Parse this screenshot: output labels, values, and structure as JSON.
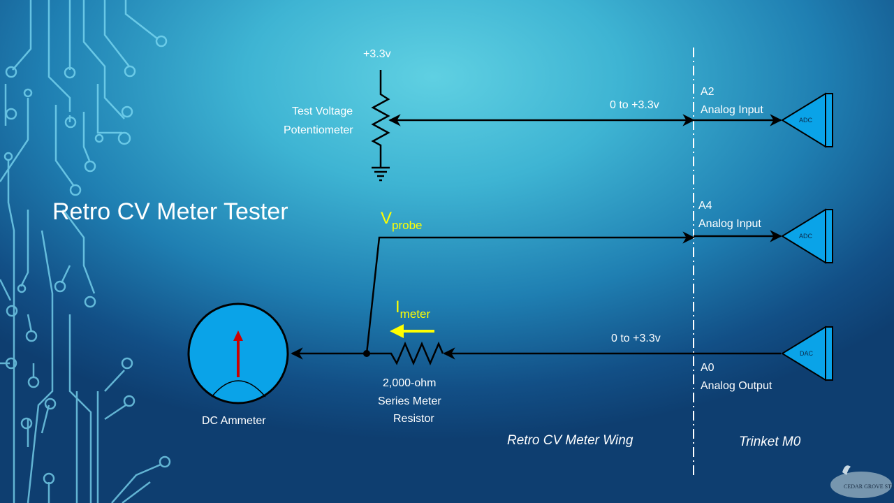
{
  "title": "Retro CV Meter Tester",
  "top_supply": "+3.3v",
  "pot_label": [
    "Test Voltage",
    "Potentiometer"
  ],
  "range_top": "0 to +3.3v",
  "range_bottom": "0 to +3.3v",
  "pin_a2": {
    "pin": "A2",
    "desc": "Analog Input",
    "block": "ADC"
  },
  "pin_a4": {
    "pin": "A4",
    "desc": "Analog Input",
    "block": "ADC"
  },
  "pin_a0": {
    "pin": "A0",
    "desc": "Analog Output",
    "block": "DAC"
  },
  "vprobe": {
    "main": "V",
    "sub": "probe"
  },
  "imeter": {
    "main": "I",
    "sub": "meter"
  },
  "resistor_label": [
    "2,000-ohm",
    "Series Meter",
    "Resistor"
  ],
  "ammeter_label": "DC Ammeter",
  "region_wing": "Retro CV Meter Wing",
  "region_trinket": "Trinket M0",
  "logo_text": "CEDAR GROVE STUDIOS",
  "colors": {
    "wire": "#000000",
    "block_fill": "#0aa3e8",
    "arrow_yellow": "#ffff00",
    "needle": "#cc0000"
  }
}
